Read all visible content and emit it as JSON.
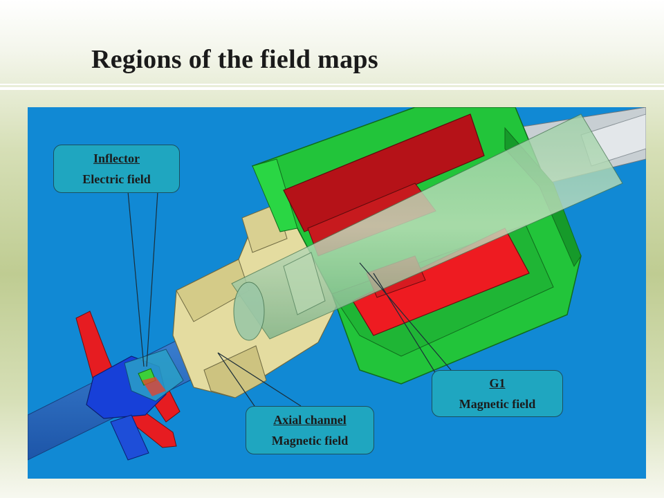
{
  "title": "Regions of the field maps",
  "colors": {
    "scene_background": "#1189d4",
    "callout_fill": "#1fa6c0",
    "callout_border": "#1b4f5e"
  },
  "callouts": {
    "inflector": {
      "heading": "Inflector",
      "subtitle": "Electric field"
    },
    "axial": {
      "heading": "Axial channel",
      "subtitle": "Magnetic field"
    },
    "g1": {
      "heading": "G1",
      "subtitle": "Magnetic field"
    }
  }
}
